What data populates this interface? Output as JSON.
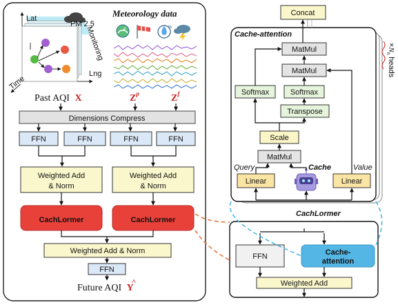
{
  "left": {
    "axes": {
      "lat": "Lat",
      "lng": "Lng",
      "time": "Time",
      "monitoring": "Monitoring",
      "pm_badge": "PM 2.5"
    },
    "meteorology_title": "Meteorology data",
    "inputs": {
      "past_aqi": "Past AQI",
      "x": "X",
      "zp_base": "Z",
      "zp_sup": "p",
      "zf_base": "Z",
      "zf_sup": "f"
    },
    "dimensions_compress": "Dimensions Compress",
    "ffn": [
      "FFN",
      "FFN",
      "FFN",
      "FFN"
    ],
    "weighted_add_norm": [
      {
        "line1": "Weighted Add",
        "line2": "& Norm"
      },
      {
        "line1": "Weighted Add",
        "line2": "& Norm"
      }
    ],
    "cachlormer_blocks": [
      "CachLormer",
      "CachLormer"
    ],
    "bottom_weighted_add_norm": "Weighted Add & Norm",
    "bottom_ffn": "FFN",
    "output": {
      "prefix": "Future AQI",
      "symbol": "Y",
      "hat": "^"
    }
  },
  "right": {
    "concat": "Concat",
    "cache_attention_title": "Cache-attention",
    "heads": {
      "times": "×",
      "n": "N",
      "sub": "h",
      "word": "heads"
    },
    "matmul": [
      "MatMul",
      "MatMul",
      "MatMul"
    ],
    "softmax": [
      "Softmax",
      "Softmax"
    ],
    "transpose": "Transpose",
    "scale": "Scale",
    "query": "Query",
    "cache": "Cache",
    "value": "Value",
    "linear": [
      "Linear",
      "Linear"
    ],
    "cachlormer_title": "CachLormer",
    "ffn": "FFN",
    "cache_attention_btn": {
      "line1": "Cache-",
      "line2": "attention"
    },
    "weighted_add": "Weighted Add"
  },
  "colors": {
    "ffn_fill": "#dbe8f7",
    "wa_fill": "#fbf7cc",
    "cachlormer_fill": "#e8413a",
    "matmul_fill": "#e4e4e4",
    "softmax_fill": "#e6f4dc",
    "scale_fill": "#fbf6c7",
    "linear_fill": "#fbe5a4",
    "cache_attn_fill": "#54b6e4",
    "title_red": "#e32a22",
    "cache_title_blue": "#4aa6d8",
    "dashed_orange": "#e5763e",
    "dashed_blue": "#4ab8e2"
  },
  "icons": [
    "weather-map-icon",
    "gauge-icon",
    "wind-sock-icon",
    "humidity-icon",
    "storm-cloud-icon",
    "robot-icon"
  ]
}
